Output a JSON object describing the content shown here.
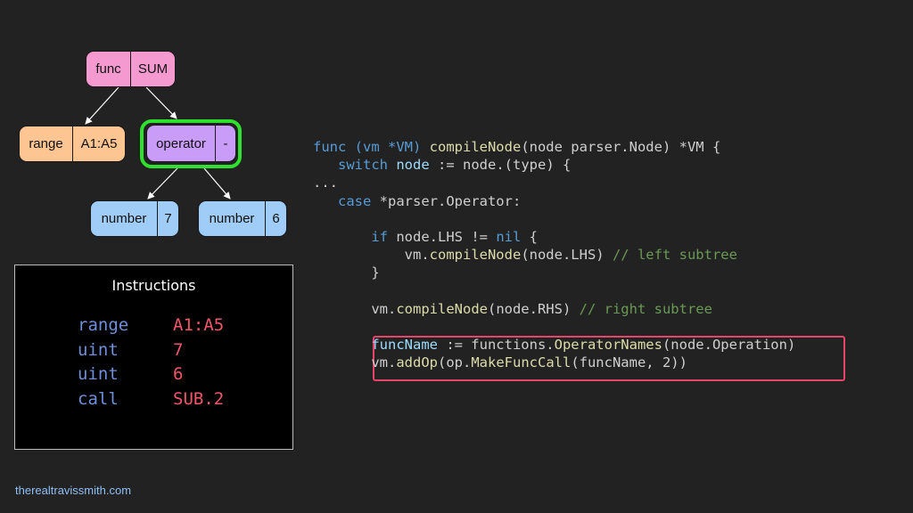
{
  "tree": {
    "func_node": {
      "left": "func",
      "right": "SUM"
    },
    "range_node": {
      "left": "range",
      "right": "A1:A5"
    },
    "operator_node": {
      "left": "operator",
      "right": "-"
    },
    "number7_node": {
      "left": "number",
      "right": "7"
    },
    "number6_node": {
      "left": "number",
      "right": "6"
    }
  },
  "instructions": {
    "title": "Instructions",
    "rows": [
      {
        "op": "range",
        "arg": "A1:A5"
      },
      {
        "op": "uint",
        "arg": "7"
      },
      {
        "op": "uint",
        "arg": "6"
      },
      {
        "op": "call",
        "arg": "SUB.2"
      }
    ]
  },
  "code": {
    "lines": [
      [
        {
          "t": "func (vm *VM) ",
          "c": "kw"
        },
        {
          "t": "compileNode",
          "c": "fn"
        },
        {
          "t": "(node parser.Node) *VM {",
          "c": ""
        }
      ],
      [
        {
          "t": "   ",
          "c": ""
        },
        {
          "t": "switch",
          "c": "kw"
        },
        {
          "t": " ",
          "c": ""
        },
        {
          "t": "node",
          "c": "id"
        },
        {
          "t": " := node.(type) {",
          "c": ""
        }
      ],
      [
        {
          "t": "...",
          "c": ""
        }
      ],
      [
        {
          "t": "   ",
          "c": ""
        },
        {
          "t": "case",
          "c": "kw"
        },
        {
          "t": " *parser.Operator:",
          "c": ""
        }
      ],
      [
        {
          "t": "",
          "c": ""
        }
      ],
      [
        {
          "t": "       ",
          "c": ""
        },
        {
          "t": "if",
          "c": "kw"
        },
        {
          "t": " node.LHS != ",
          "c": ""
        },
        {
          "t": "nil",
          "c": "kw"
        },
        {
          "t": " {",
          "c": ""
        }
      ],
      [
        {
          "t": "           vm.",
          "c": ""
        },
        {
          "t": "compileNode",
          "c": "fn"
        },
        {
          "t": "(node.LHS) ",
          "c": ""
        },
        {
          "t": "// left subtree",
          "c": "cm"
        }
      ],
      [
        {
          "t": "       }",
          "c": ""
        }
      ],
      [
        {
          "t": "",
          "c": ""
        }
      ],
      [
        {
          "t": "       vm.",
          "c": ""
        },
        {
          "t": "compileNode",
          "c": "fn"
        },
        {
          "t": "(node.RHS) ",
          "c": ""
        },
        {
          "t": "// right subtree",
          "c": "cm"
        }
      ],
      [
        {
          "t": "",
          "c": ""
        }
      ],
      [
        {
          "t": "       ",
          "c": ""
        },
        {
          "t": "funcName",
          "c": "id"
        },
        {
          "t": " := functions.",
          "c": ""
        },
        {
          "t": "OperatorNames",
          "c": "fn"
        },
        {
          "t": "(node.Operation)",
          "c": ""
        }
      ],
      [
        {
          "t": "       vm.",
          "c": ""
        },
        {
          "t": "addOp",
          "c": "fn"
        },
        {
          "t": "(op.",
          "c": ""
        },
        {
          "t": "MakeFuncCall",
          "c": "fn"
        },
        {
          "t": "(funcName, 2))",
          "c": ""
        }
      ]
    ]
  },
  "footer": {
    "text": "therealtravissmith.com"
  },
  "colors": {
    "background": "#222222",
    "func_node": "#f59ad1",
    "range_node": "#fcc591",
    "operator_node": "#c89cf7",
    "number_node": "#9fcdf7",
    "node_highlight": "#2fe02f",
    "code_highlight": "#e8436a"
  }
}
